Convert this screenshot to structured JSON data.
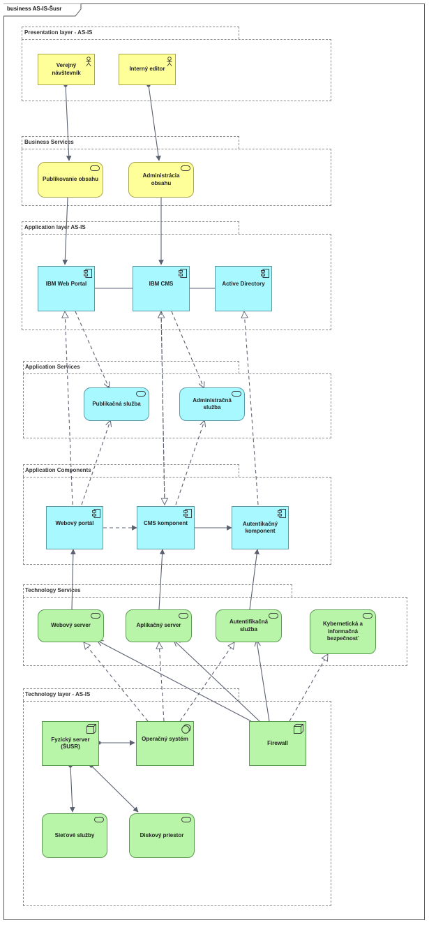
{
  "diagram": {
    "title": "business AS-IS-Šusr"
  },
  "layers": {
    "presentation": "Presentation layer -  AS-IS",
    "business_services": "Business Services",
    "application": "Application layer AS-IS",
    "application_services": "Application Services",
    "application_components": "Application Components",
    "technology_services": "Technology Services",
    "technology": "Technology layer - AS-IS"
  },
  "nodes": {
    "verejny": "Verejný návštevník",
    "interny": "Interný editor",
    "publikovanie": "Publikovanie obsahu",
    "administracia": "Administrácia obsahu",
    "ibm_portal": "IBM Web Portal",
    "ibm_cms": "IBM CMS",
    "active_directory": "Active Directory",
    "publikacna": "Publikačná služba",
    "administracna": "Administračná služba",
    "webovy_portal": "Webový portál",
    "cms_komponent": "CMS komponent",
    "autentikacny_komponent": "Autentikačný komponent",
    "webovy_server": "Webový server",
    "aplikacny_server": "Aplikačný server",
    "autentifikacna": "Autentifikačná služba",
    "kyberneticka": "Kybernetická a informačná bezpečnosť",
    "fyzicky_server": "Fyzický server (ŠUSR)",
    "operacny_system": "Operačný systém",
    "firewall": "Firewall",
    "sietove": "Sieťové služby",
    "diskovy": "Diskový priestor"
  },
  "colors": {
    "business": "#ffff99",
    "application": "#a8f8ff",
    "technology": "#b8f5a8",
    "edge": "#5a6070"
  }
}
